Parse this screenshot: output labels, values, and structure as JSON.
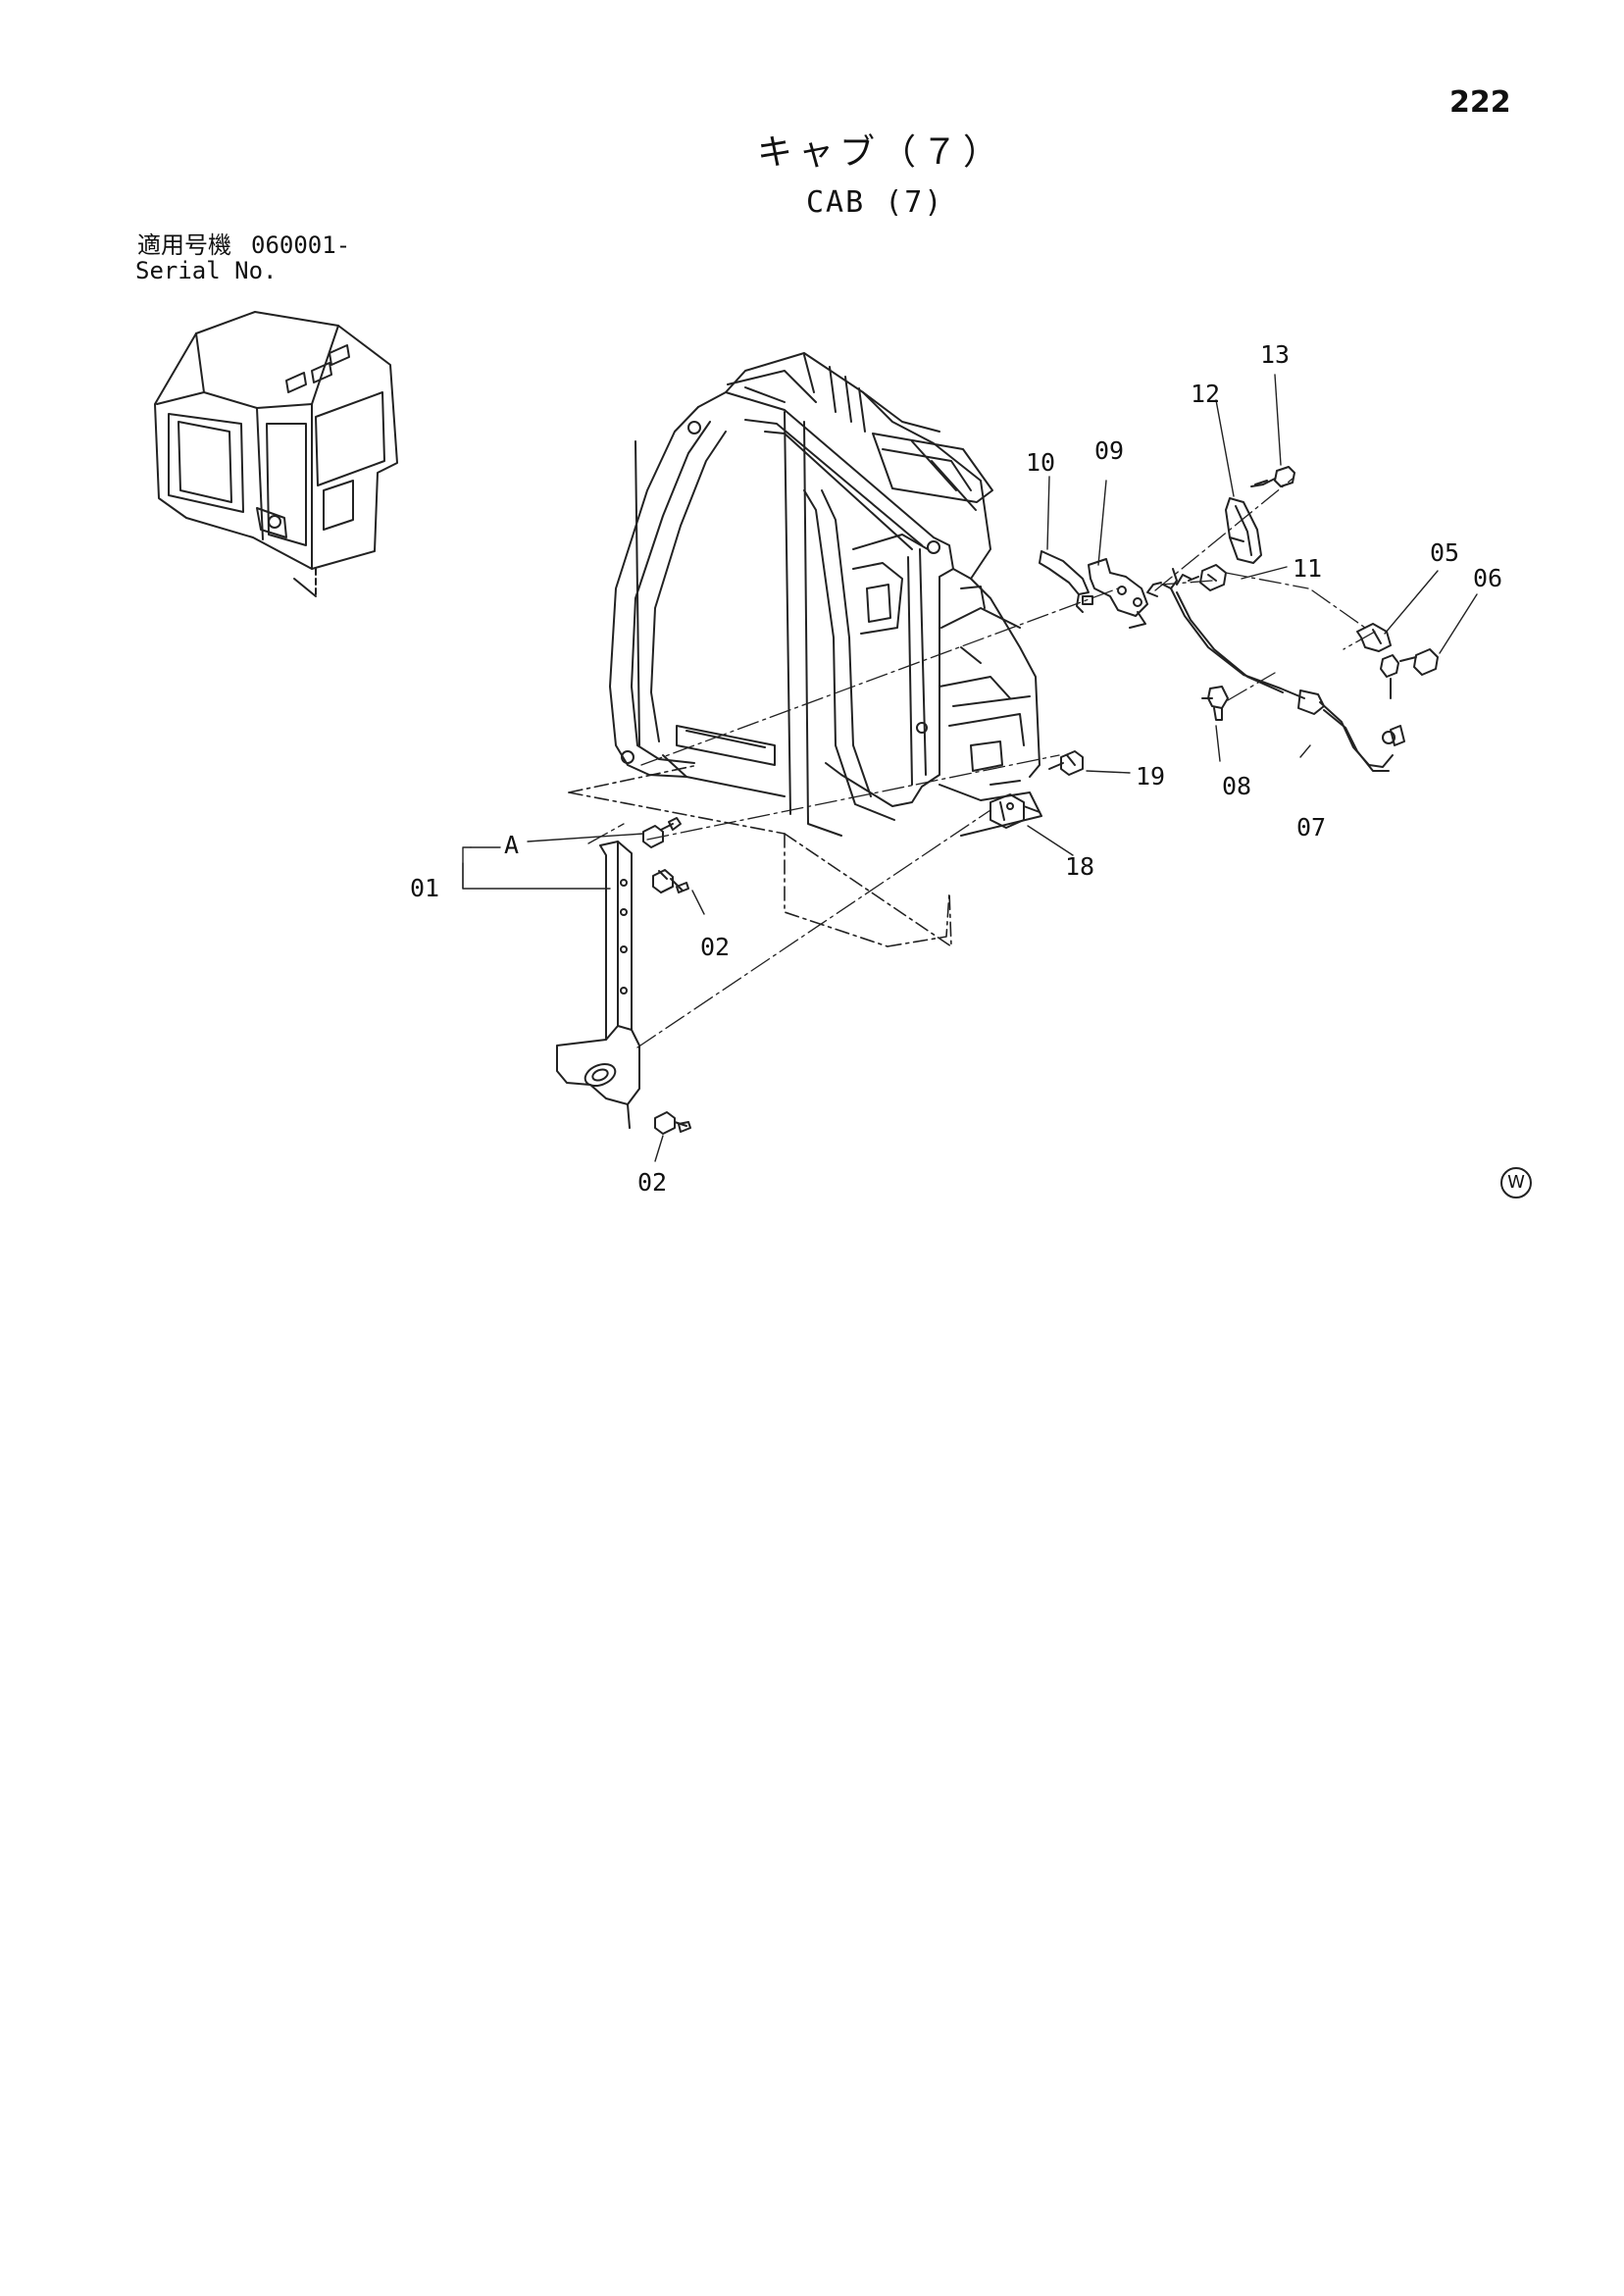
{
  "page": {
    "number": "222"
  },
  "title": {
    "japanese": "キャブ（７）",
    "english": "CAB (7)"
  },
  "serial": {
    "label_jp": "適用号機",
    "number": "060001-",
    "label_en": "Serial No."
  },
  "callouts": {
    "c01": "01",
    "c02a": "02",
    "c02b": "02",
    "cA": "A",
    "c05": "05",
    "c06": "06",
    "c07": "07",
    "c08": "08",
    "c09": "09",
    "c10": "10",
    "c11": "11",
    "c12": "12",
    "c13": "13",
    "c18": "18",
    "c19": "19"
  },
  "mark": "W"
}
